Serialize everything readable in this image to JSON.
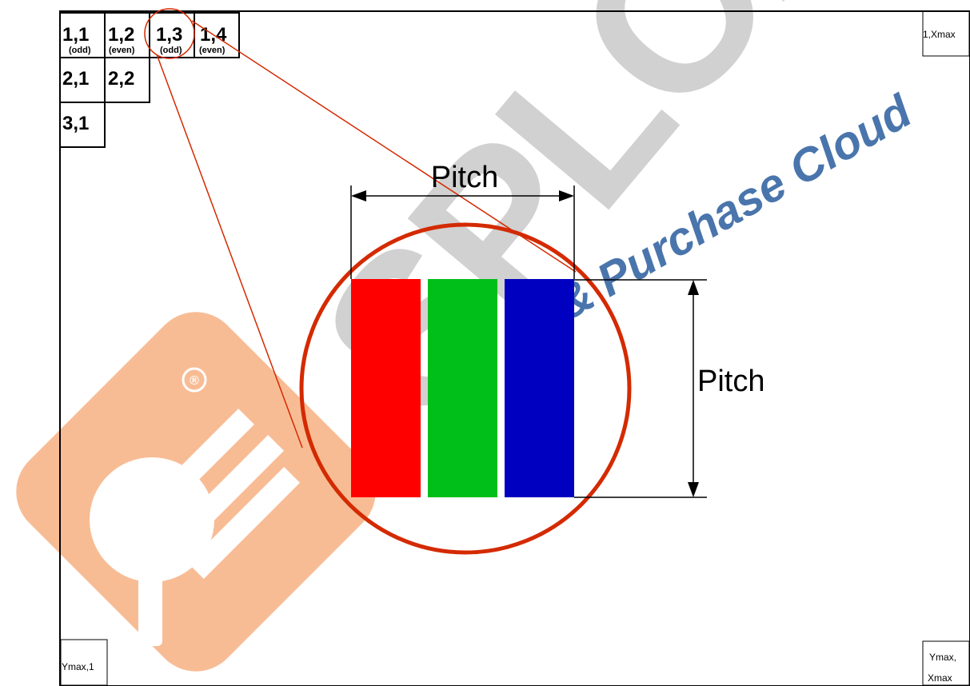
{
  "cells": [
    {
      "label": "1,1",
      "tag": "(odd)"
    },
    {
      "label": "1,2",
      "tag": "(even)"
    },
    {
      "label": "1,3",
      "tag": "(odd)"
    },
    {
      "label": "1,4",
      "tag": "(even)"
    },
    {
      "label": "2,1"
    },
    {
      "label": "2,2"
    },
    {
      "label": "3,1"
    }
  ],
  "corners": {
    "top_right": "1,Xmax",
    "bottom_left": "Ymax,1",
    "bottom_right_line1": "Ymax,",
    "bottom_right_line2": "Xmax"
  },
  "pitch": {
    "horizontal_label": "Pitch",
    "vertical_label": "Pitch"
  },
  "subpixels": [
    {
      "name": "red",
      "color": "#ff0000"
    },
    {
      "name": "green",
      "color": "#00bf19"
    },
    {
      "name": "blue",
      "color": "#0000c0"
    }
  ],
  "watermark": {
    "text": "SPLCD.",
    "subtext": "& Purchase Cloud",
    "registered": "®"
  }
}
